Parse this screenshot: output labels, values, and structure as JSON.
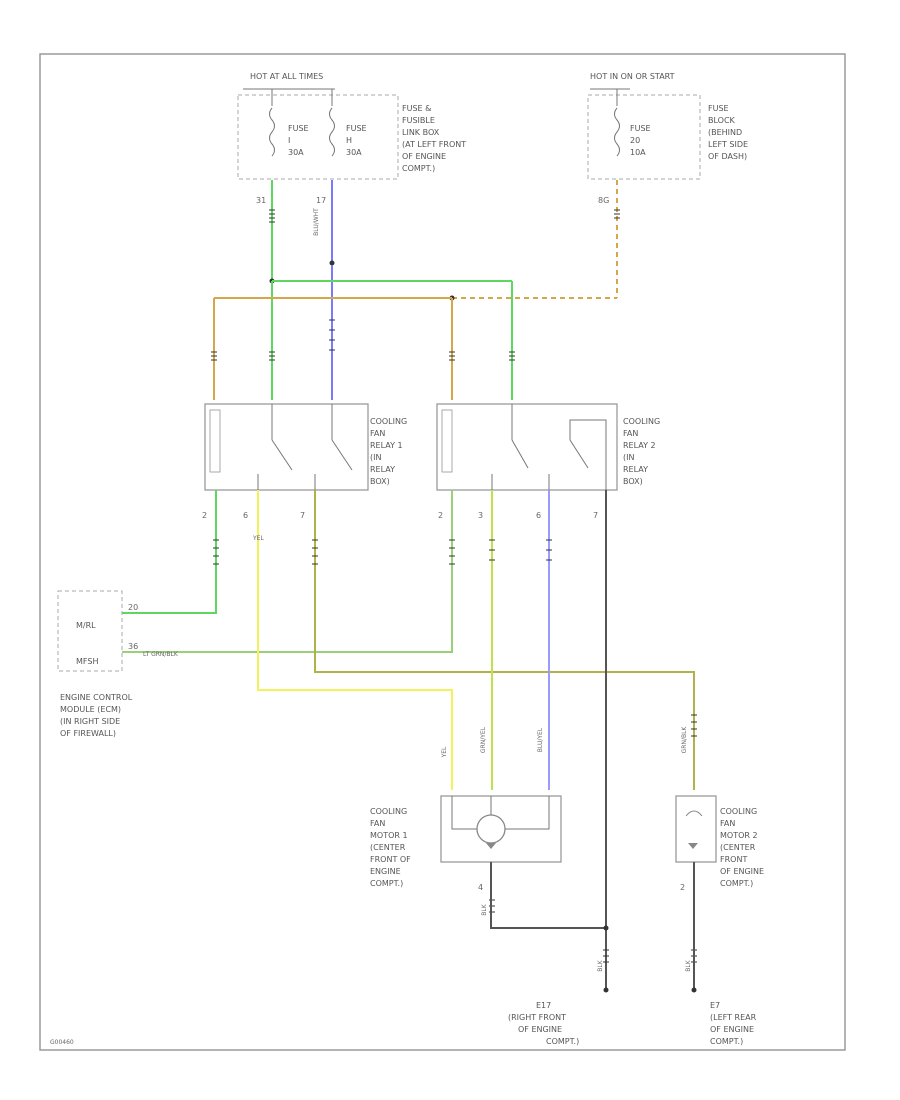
{
  "diagram": {
    "sources": {
      "hot_at_all_times": "HOT AT ALL TIMES",
      "fuse_link_box": [
        "FUSE &",
        "FUSIBLE",
        "LINK BOX",
        "(AT LEFT FRONT",
        "OF ENGINE",
        "COMPT.)"
      ],
      "fuse_i": [
        "FUSE",
        "I",
        "30A"
      ],
      "fuse_h": [
        "FUSE",
        "H",
        "30A"
      ],
      "hot_in_on": "HOT IN ON OR START",
      "fuse_block": [
        "FUSE",
        "BLOCK",
        "(BEHIND",
        "LEFT SIDE",
        "OF DASH)"
      ],
      "fuse_20": [
        "FUSE",
        "20",
        "10A"
      ]
    },
    "relays": {
      "relay1": [
        "COOLING",
        "FAN",
        "RELAY 1",
        "(IN",
        "RELAY",
        "BOX)"
      ],
      "relay2": [
        "COOLING",
        "FAN",
        "RELAY 2",
        "(IN",
        "RELAY",
        "BOX)"
      ]
    },
    "ecm": {
      "pins": [
        "M/RL",
        "MFSH"
      ],
      "label": [
        "ENGINE CONTROL",
        "MODULE (ECM)",
        "(IN RIGHT SIDE",
        "OF FIREWALL)"
      ]
    },
    "motors": {
      "motor1": [
        "COOLING",
        "FAN",
        "MOTOR 1",
        "(CENTER",
        "FRONT OF",
        "ENGINE",
        "COMPT.)"
      ],
      "motor2": [
        "COOLING",
        "FAN",
        "MOTOR 2",
        "(CENTER",
        "FRONT",
        "OF ENGINE",
        "COMPT.)"
      ]
    },
    "grounds": {
      "e17": [
        "E17",
        "(RIGHT FRONT",
        "OF ENGINE",
        "COMPT.)"
      ],
      "e7": [
        "E7",
        "(LEFT REAR",
        "OF ENGINE",
        "COMPT.)"
      ]
    },
    "pins": {
      "source_left": "31",
      "source_mid": "17",
      "source_right": "8G",
      "r1": [
        "2",
        "6",
        "7"
      ],
      "r2": [
        "2",
        "3",
        "6",
        "7"
      ],
      "ecm_upper": "20",
      "ecm_lower": "36",
      "motor1_bottom": "4",
      "motor2_bottom": "2"
    },
    "wire_labels": {
      "ecm_lower_wire": "LT GRN/BLK",
      "motor1_left": "YEL",
      "blue_wire_top": "BLU/WHT",
      "motor1_mid": "GRN/YEL",
      "motor1_right": "BLU/YEL",
      "motor2_wire": "GRN/BLK",
      "ground_left": "BLK",
      "ground_mid": "BLK",
      "ground_right": "BLK"
    },
    "figure_id": "G00460"
  },
  "colors": {
    "wire_green": "#5fd65f",
    "wire_blue": "#7a7aff",
    "wire_tan": "#d4a84a",
    "wire_yellow": "#f2f25a",
    "wire_light_green": "#9ad07a",
    "wire_olive": "#b0b24a",
    "wire_dark_green": "#66bb66",
    "wire_black": "#555555",
    "line_gray": "#9a9a9a"
  }
}
